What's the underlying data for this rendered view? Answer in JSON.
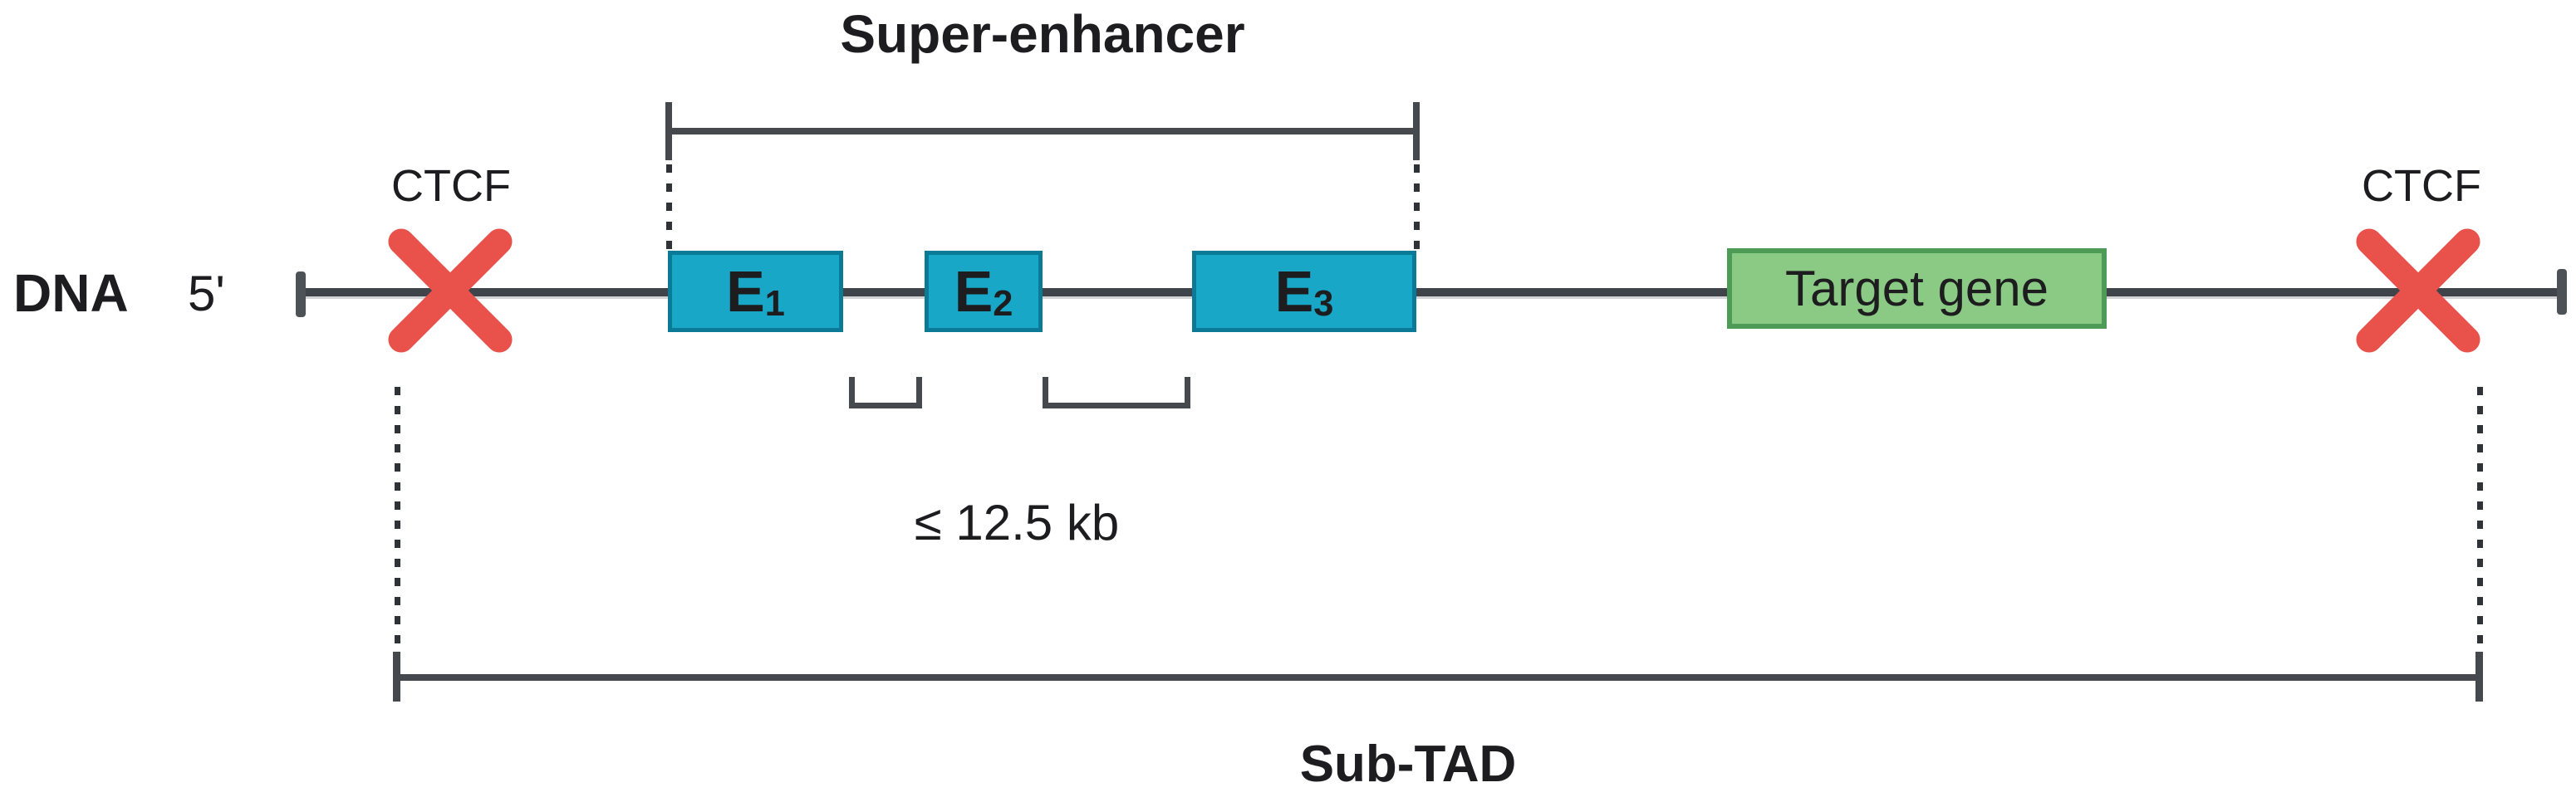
{
  "diagram": {
    "title": "Super-enhancer",
    "dna_label": "DNA",
    "five_prime_label": "5'",
    "ctcf_left_label": "CTCF",
    "ctcf_right_label": "CTCF",
    "enhancers": [
      {
        "base": "E",
        "sub": "1"
      },
      {
        "base": "E",
        "sub": "2"
      },
      {
        "base": "E",
        "sub": "3"
      }
    ],
    "target_gene_label": "Target gene",
    "distance_label": "≤ 12.5 kb",
    "sub_tad_label": "Sub-TAD",
    "colors": {
      "enhancer_fill": "#18A7C6",
      "enhancer_border": "#0A7A96",
      "gene_fill": "#8BCA85",
      "gene_border": "#4E9B57",
      "ctcf_x": "#E8524B",
      "dna_line": "#3F444A",
      "tick_gray": "#4D5256",
      "bracket_gray": "#45494E",
      "dash_gray": "#2F3337",
      "text": "#1D1D1F"
    }
  }
}
